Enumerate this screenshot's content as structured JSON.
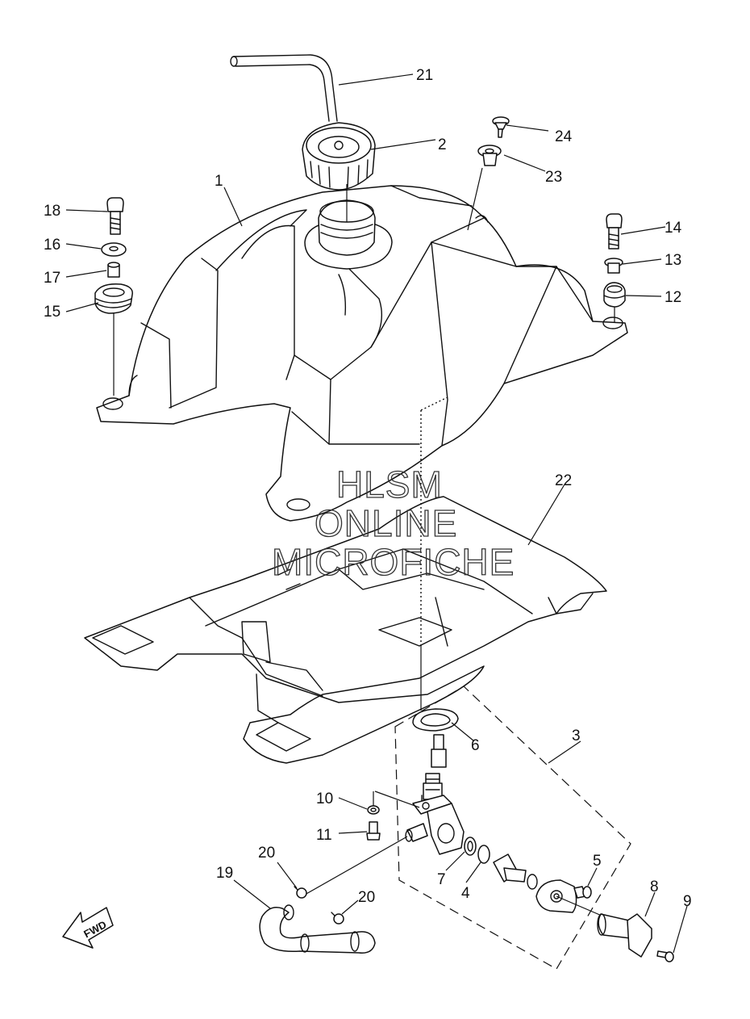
{
  "watermark": {
    "line1": "HLSM",
    "line2": "ONLINE",
    "line3": "MICROFICHE"
  },
  "direction_label": "FWD",
  "callouts": {
    "c1": "1",
    "c2": "2",
    "c3": "3",
    "c4": "4",
    "c5": "5",
    "c6": "6",
    "c7": "7",
    "c8": "8",
    "c9": "9",
    "c10": "10",
    "c11": "11",
    "c12": "12",
    "c13": "13",
    "c14": "14",
    "c15": "15",
    "c16": "16",
    "c17": "17",
    "c18": "18",
    "c19": "19",
    "c20a": "20",
    "c20b": "20",
    "c21": "21",
    "c22": "22",
    "c23": "23",
    "c24": "24"
  }
}
